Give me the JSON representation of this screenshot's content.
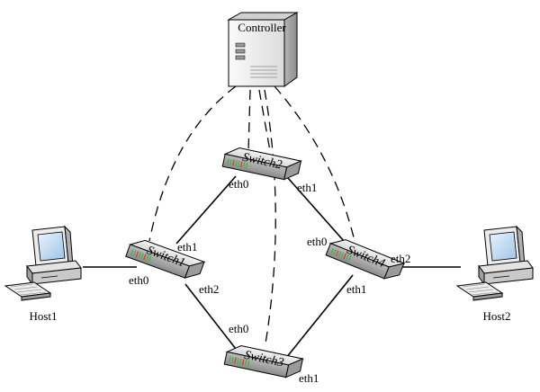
{
  "controller": {
    "label": "Controller",
    "icon": "server-tower-icon"
  },
  "switches": [
    {
      "id": "s1",
      "label": "Switch1",
      "icon": "network-switch-icon"
    },
    {
      "id": "s2",
      "label": "Switch2",
      "icon": "network-switch-icon"
    },
    {
      "id": "s3",
      "label": "Switch3",
      "icon": "network-switch-icon"
    },
    {
      "id": "s4",
      "label": "Switch4",
      "icon": "network-switch-icon"
    }
  ],
  "hosts": [
    {
      "id": "h1",
      "label": "Host1",
      "icon": "desktop-computer-icon"
    },
    {
      "id": "h2",
      "label": "Host2",
      "icon": "desktop-computer-icon"
    }
  ],
  "links": [
    {
      "from": "Host1",
      "to": "Switch1",
      "port_to": "eth0"
    },
    {
      "from": "Switch1",
      "port_from": "eth1",
      "to": "Switch2",
      "port_to": "eth0"
    },
    {
      "from": "Switch1",
      "port_from": "eth2",
      "to": "Switch3",
      "port_to": "eth0"
    },
    {
      "from": "Switch2",
      "port_from": "eth1",
      "to": "Switch4",
      "port_to": "eth0"
    },
    {
      "from": "Switch3",
      "port_from": "eth1",
      "to": "Switch4",
      "port_to": "eth1"
    },
    {
      "from": "Switch4",
      "port_from": "eth2",
      "to": "Host2"
    }
  ],
  "ports": {
    "s1_eth0": "eth0",
    "s1_eth1": "eth1",
    "s1_eth2": "eth2",
    "s2_eth0": "eth0",
    "s2_eth1": "eth1",
    "s3_eth0": "eth0",
    "s3_eth1": "eth1",
    "s4_eth0": "eth0",
    "s4_eth1": "eth1",
    "s4_eth2": "eth2"
  },
  "control_links": [
    "Switch1",
    "Switch2",
    "Switch3",
    "Switch4"
  ]
}
